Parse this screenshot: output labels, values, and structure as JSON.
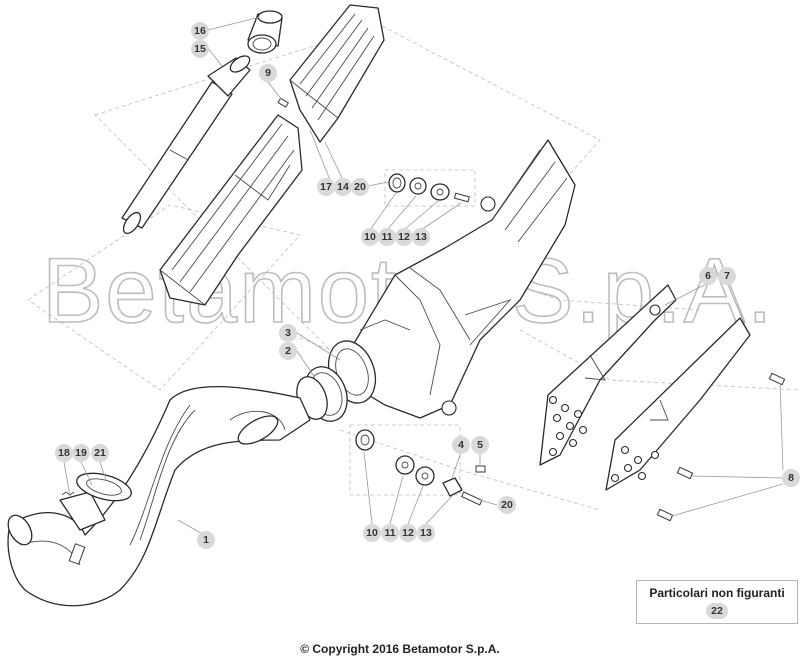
{
  "watermark": "Betamotor S.p.A.",
  "callouts": [
    {
      "id": "c1",
      "label": "1"
    },
    {
      "id": "c2",
      "label": "2"
    },
    {
      "id": "c3",
      "label": "3"
    },
    {
      "id": "c4",
      "label": "4"
    },
    {
      "id": "c5",
      "label": "5"
    },
    {
      "id": "c6",
      "label": "6"
    },
    {
      "id": "c7",
      "label": "7"
    },
    {
      "id": "c8",
      "label": "8"
    },
    {
      "id": "c9",
      "label": "9"
    },
    {
      "id": "c10a",
      "label": "10"
    },
    {
      "id": "c11a",
      "label": "11"
    },
    {
      "id": "c12a",
      "label": "12"
    },
    {
      "id": "c13a",
      "label": "13"
    },
    {
      "id": "c10b",
      "label": "10"
    },
    {
      "id": "c11b",
      "label": "11"
    },
    {
      "id": "c12b",
      "label": "12"
    },
    {
      "id": "c13b",
      "label": "13"
    },
    {
      "id": "c14",
      "label": "14"
    },
    {
      "id": "c15",
      "label": "15"
    },
    {
      "id": "c16",
      "label": "16"
    },
    {
      "id": "c17",
      "label": "17"
    },
    {
      "id": "c18",
      "label": "18"
    },
    {
      "id": "c19",
      "label": "19"
    },
    {
      "id": "c20a",
      "label": "20"
    },
    {
      "id": "c20b",
      "label": "20"
    },
    {
      "id": "c21",
      "label": "21"
    }
  ],
  "legend": {
    "title": "Particolari non figuranti",
    "number": "22"
  },
  "copyright": "© Copyright 2016 Betamotor S.p.A."
}
